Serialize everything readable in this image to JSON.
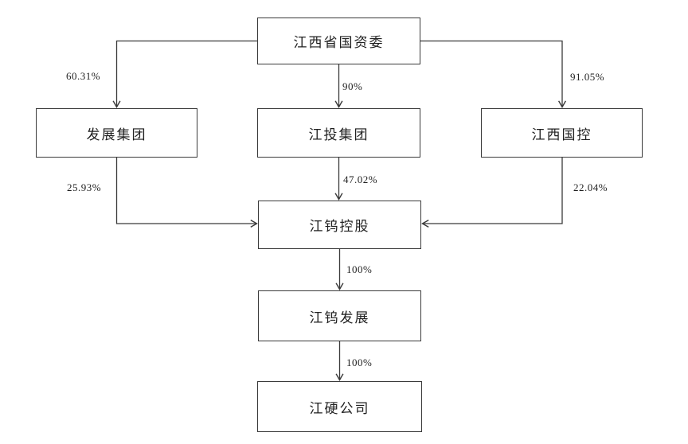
{
  "diagram": {
    "type": "ownership-structure",
    "nodes": {
      "sasac": {
        "label": "江西省国资委"
      },
      "fazhan": {
        "label": "发展集团"
      },
      "jiangtou": {
        "label": "江投集团"
      },
      "guokong": {
        "label": "江西国控"
      },
      "jwkg": {
        "label": "江钨控股"
      },
      "jwfz": {
        "label": "江钨发展"
      },
      "jygs": {
        "label": "江硬公司"
      }
    },
    "edges": {
      "sasac_fazhan": {
        "label": "60.31%"
      },
      "sasac_jiangtou": {
        "label": "90%"
      },
      "sasac_guokong": {
        "label": "91.05%"
      },
      "fazhan_jwkg": {
        "label": "25.93%"
      },
      "jiangtou_jwkg": {
        "label": "47.02%"
      },
      "guokong_jwkg": {
        "label": "22.04%"
      },
      "jwkg_jwfz": {
        "label": "100%"
      },
      "jwfz_jygs": {
        "label": "100%"
      }
    },
    "colors": {
      "line": "#3a3a3a",
      "text": "#1f1f1f",
      "background": "#ffffff"
    }
  }
}
